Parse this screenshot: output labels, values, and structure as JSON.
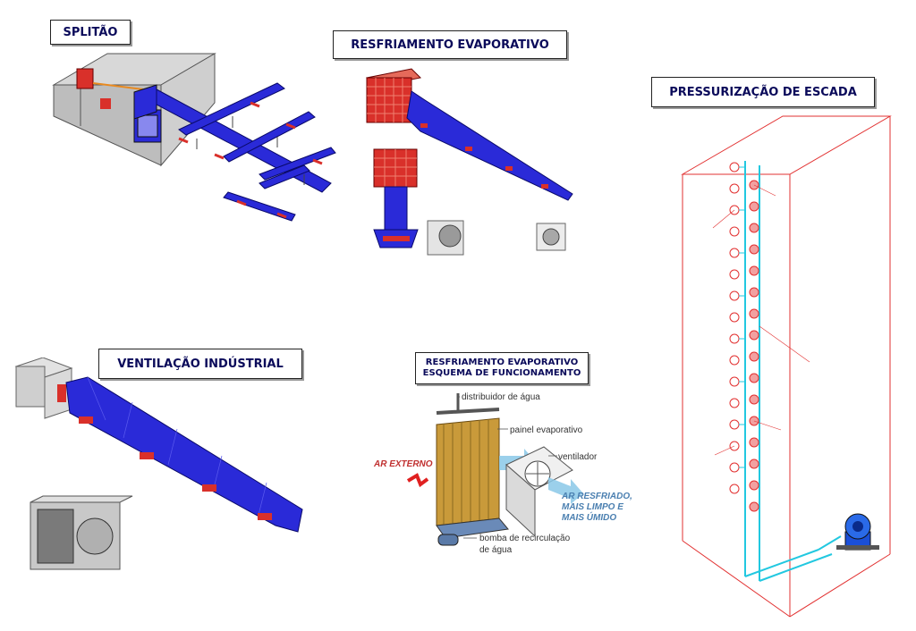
{
  "labels": {
    "splitao": "SPLITÃO",
    "resfriamento": "RESFRIAMENTO EVAPORATIVO",
    "pressurizacao": "PRESSURIZAÇÃO DE ESCADA",
    "ventilacao": "VENTILAÇÃO INDÚSTRIAL",
    "esquema_line1": "RESFRIAMENTO EVAPORATIVO",
    "esquema_line2": "ESQUEMA DE FUNCIONAMENTO"
  },
  "schema": {
    "distribuidor": "distribuidor de água",
    "painel": "painel evaporativo",
    "ventilador": "ventilador",
    "ar_externo": "AR EXTERNO",
    "ar_resfriado_1": "AR RESFRIADO,",
    "ar_resfriado_2": "MAIS LIMPO E",
    "ar_resfriado_3": "MAIS ÚMIDO",
    "bomba_1": "bomba de recirculação",
    "bomba_2": "de água"
  },
  "colors": {
    "duct_blue": "#2a2ad8",
    "grille_red": "#d9302a",
    "shaft_cyan": "#22c8e0",
    "outline_red": "#e23030",
    "label_text": "#0a0a5a"
  }
}
